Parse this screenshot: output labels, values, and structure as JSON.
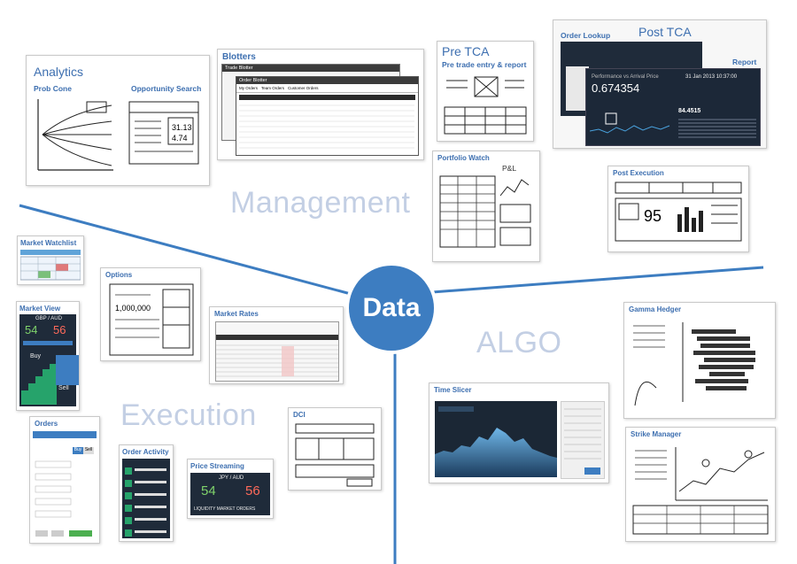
{
  "hub": {
    "label": "Data"
  },
  "sections": {
    "management": "Management",
    "algo": "ALGO",
    "execution": "Execution"
  },
  "cards": {
    "analytics": {
      "title": "Analytics",
      "sub1": "Prob Cone",
      "sub2": "Opportunity Search"
    },
    "blotters": {
      "title": "Blotters",
      "win1": "Trade Blotter",
      "win2": "Order Blotter",
      "tabs": [
        "My Orders",
        "Team Orders",
        "Customer Orders"
      ]
    },
    "pretca": {
      "title": "Pre TCA",
      "sub": "Pre trade entry & report"
    },
    "posttca": {
      "title": "Post TCA",
      "order_lookup": "Order Lookup",
      "report": "Report",
      "metric_label": "Performance vs Arrival Price",
      "metric_value": "0.674354",
      "date_value": "31 Jan 2013 10:37:00",
      "small_value": "84.4515"
    },
    "portfolio": {
      "title": "Portfolio Watch",
      "pnl": "P&L"
    },
    "postexec": {
      "title": "Post Execution",
      "big": "95"
    },
    "watchlist": {
      "title": "Market Watchlist"
    },
    "marketview": {
      "title": "Market View",
      "pair": "GBP / AUD",
      "bid": "54",
      "ask": "56",
      "buy": "Buy",
      "sell": "Sell"
    },
    "options": {
      "title": "Options",
      "v1": "1,000,000"
    },
    "rates": {
      "title": "Market Rates"
    },
    "gamma": {
      "title": "Gamma Hedger"
    },
    "timeslicer": {
      "title": "Time Slicer"
    },
    "orders": {
      "title": "Orders",
      "buy": "Buy",
      "sell": "Sell"
    },
    "activity": {
      "title": "Order Activity"
    },
    "streaming": {
      "title": "Price Streaming",
      "pair": "JPY / AUD",
      "bid": "54",
      "ask": "56",
      "footer": "LIQUIDITY   MARKET ORDERS"
    },
    "dci": {
      "title": "DCI"
    },
    "strike": {
      "title": "Strike Manager"
    }
  },
  "colors": {
    "accent": "#3d7dc1",
    "section_text": "#c3cfe4",
    "dark_panel": "#1f2b3a"
  }
}
